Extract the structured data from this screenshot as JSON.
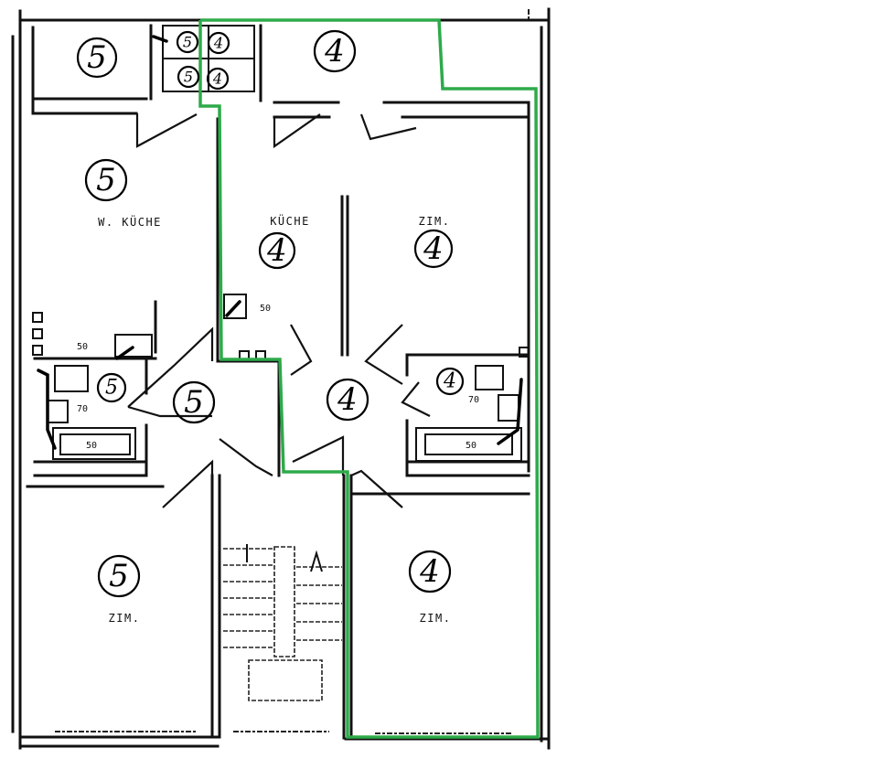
{
  "diagram": {
    "highlight_color": "#2eaa4a",
    "ink_color": "#111111",
    "rooms": [
      {
        "id": "room-5-top-left",
        "number": "5",
        "label": ""
      },
      {
        "id": "room-4-top-right",
        "number": "4",
        "label": ""
      },
      {
        "id": "room-5-wkuche",
        "number": "5",
        "label": "W. KÜCHE"
      },
      {
        "id": "room-4-kuche",
        "number": "4",
        "label": "KÜCHE"
      },
      {
        "id": "room-4-zim-upper",
        "number": "4",
        "label": "ZIM."
      },
      {
        "id": "room-5-bath",
        "number": "5",
        "label": ""
      },
      {
        "id": "room-5-hall",
        "number": "5",
        "label": ""
      },
      {
        "id": "room-4-hall",
        "number": "4",
        "label": ""
      },
      {
        "id": "room-4-bath",
        "number": "4",
        "label": ""
      },
      {
        "id": "room-5-zim-lower",
        "number": "5",
        "label": "ZIM."
      },
      {
        "id": "room-4-zim-lower",
        "number": "4",
        "label": "ZIM."
      }
    ],
    "meter_numbers": [
      "5",
      "4",
      "5",
      "4"
    ],
    "dimensions": {
      "kitchen_sink": "50",
      "left_basin": "50",
      "left_wc": "70",
      "left_tub": "50",
      "right_wc": "70",
      "right_tub": "50"
    }
  }
}
